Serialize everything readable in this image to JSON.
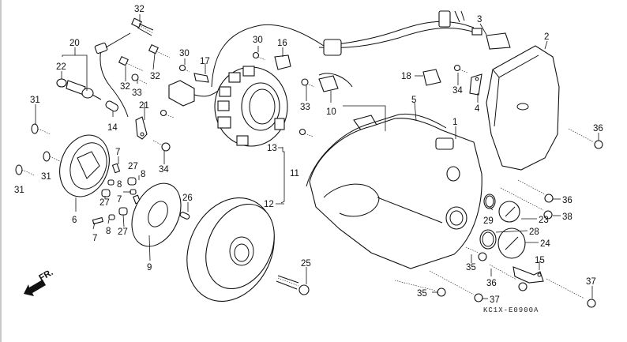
{
  "diagram": {
    "title": "Left crankcase cover / generator exploded parts diagram",
    "code": "KC1X-E0900A",
    "direction_label": "FR.",
    "callouts": {
      "c1": "1",
      "c2": "2",
      "c3": "3",
      "c4": "4",
      "c5": "5",
      "c6": "6",
      "c7a": "7",
      "c7b": "7",
      "c7c": "7",
      "c8a": "8",
      "c8b": "8",
      "c8c": "8",
      "c9": "9",
      "c10": "10",
      "c11": "11",
      "c12": "12",
      "c13": "13",
      "c14": "14",
      "c15": "15",
      "c16": "16",
      "c17": "17",
      "c18": "18",
      "c20": "20",
      "c21": "21",
      "c22": "22",
      "c23": "23",
      "c24": "24",
      "c25": "25",
      "c26": "26",
      "c27a": "27",
      "c27b": "27",
      "c27c": "27",
      "c28": "28",
      "c29": "29",
      "c30a": "30",
      "c30b": "30",
      "c31a": "31",
      "c31b": "31",
      "c31c": "31",
      "c32a": "32",
      "c32b": "32",
      "c32c": "32",
      "c33a": "33",
      "c33b": "33",
      "c34a": "34",
      "c34b": "34",
      "c35a": "35",
      "c35b": "35",
      "c36a": "36",
      "c36b": "36",
      "c36c": "36",
      "c37a": "37",
      "c37b": "37",
      "c38": "38"
    }
  }
}
